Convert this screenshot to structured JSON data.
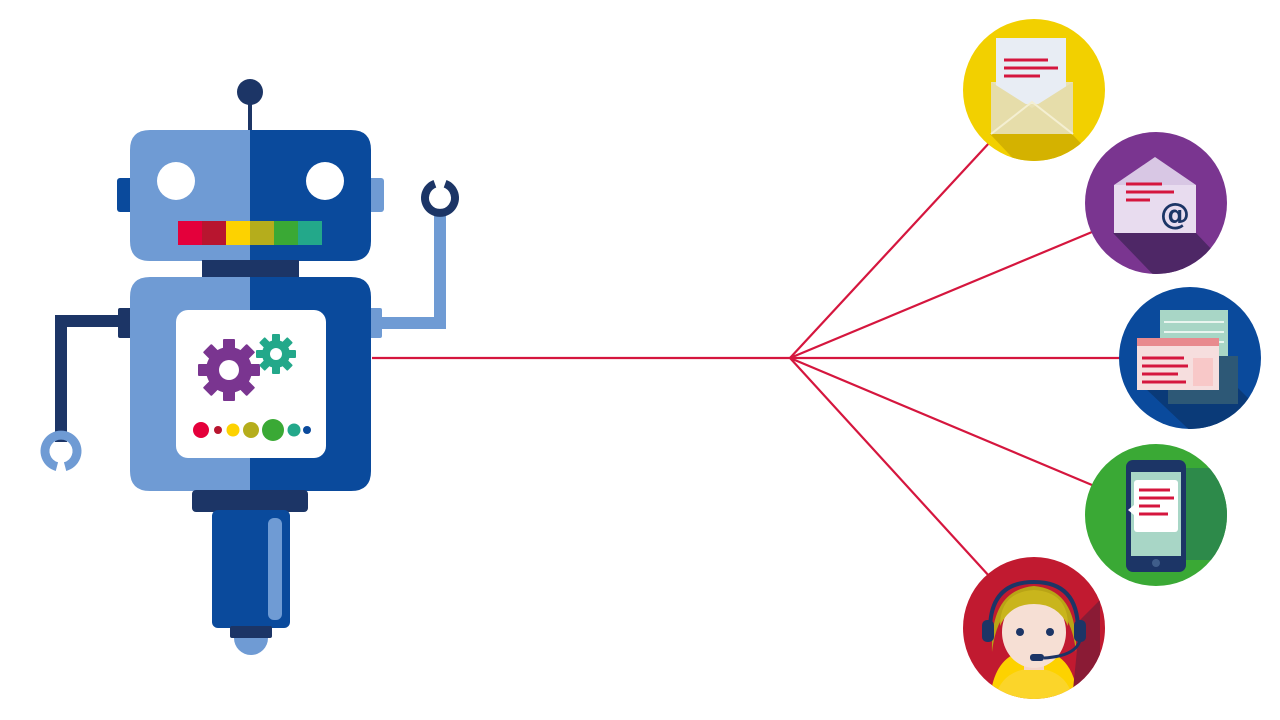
{
  "colors": {
    "background": "#ffffff",
    "connector": "#d5163e",
    "robot_light": "#6f9bd4",
    "robot_dark": "#0a4a9c",
    "robot_navy": "#1c3566",
    "panel": "#ffffff",
    "gear_purple": "#7a3590",
    "gear_teal": "#23a88a"
  },
  "robot": {
    "mouth_colors": [
      "#e4003b",
      "#b8152f",
      "#fdd200",
      "#b5ad1c",
      "#3aa935",
      "#23a88a"
    ],
    "panel_dots": [
      {
        "color": "#e4003b",
        "size": "large"
      },
      {
        "color": "#b8152f",
        "size": "small"
      },
      {
        "color": "#fdd200",
        "size": "medium"
      },
      {
        "color": "#b5ad1c",
        "size": "large"
      },
      {
        "color": "#3aa935",
        "size": "xlarge"
      },
      {
        "color": "#23a88a",
        "size": "medium"
      },
      {
        "color": "#0a4a9c",
        "size": "small"
      }
    ]
  },
  "channels": [
    {
      "id": "letter",
      "icon": "letter-envelope-icon",
      "circle_color": "#f2d000"
    },
    {
      "id": "email",
      "icon": "email-envelope-icon",
      "circle_color": "#7a3590"
    },
    {
      "id": "web",
      "icon": "web-window-icon",
      "circle_color": "#0a4a9c"
    },
    {
      "id": "sms",
      "icon": "smartphone-message-icon",
      "circle_color": "#3aa935"
    },
    {
      "id": "call-center",
      "icon": "headset-agent-icon",
      "circle_color": "#c11a30"
    }
  ],
  "email_symbol": "@"
}
